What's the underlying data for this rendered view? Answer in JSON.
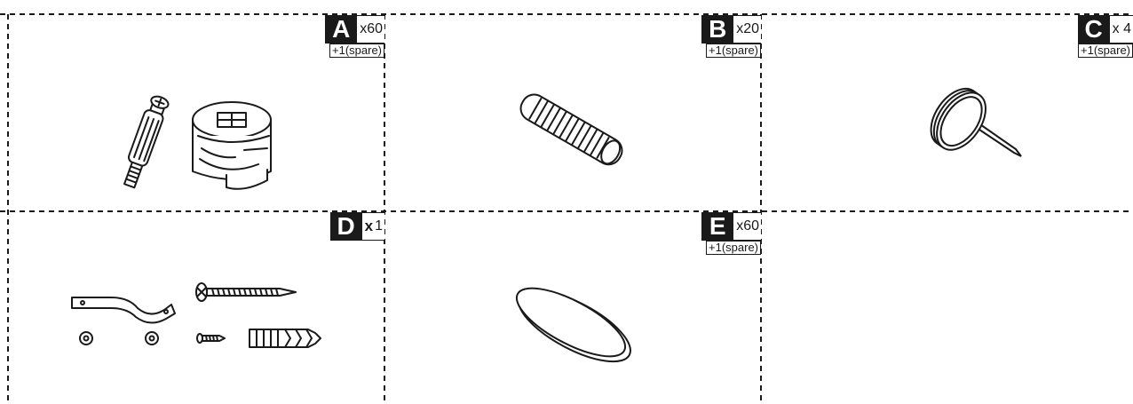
{
  "parts": [
    {
      "letter": "A",
      "qty": "x60",
      "spare": "+1(spare)",
      "item": "cam-lock-and-dowel-icon"
    },
    {
      "letter": "B",
      "qty": "x20",
      "spare": "+1(spare)",
      "item": "wooden-dowel-icon"
    },
    {
      "letter": "C",
      "qty": "x 4",
      "spare": "+1(spare)",
      "item": "pin-foot-icon"
    },
    {
      "letter": "D",
      "qty_prefix": "x",
      "qty": "1",
      "item": "wall-anchor-kit-icon"
    },
    {
      "letter": "E",
      "qty": "x60",
      "spare": "+1(spare)",
      "item": "cap-cover-icon"
    }
  ],
  "colors": {
    "ink": "#1a1a1a",
    "background": "#ffffff"
  }
}
